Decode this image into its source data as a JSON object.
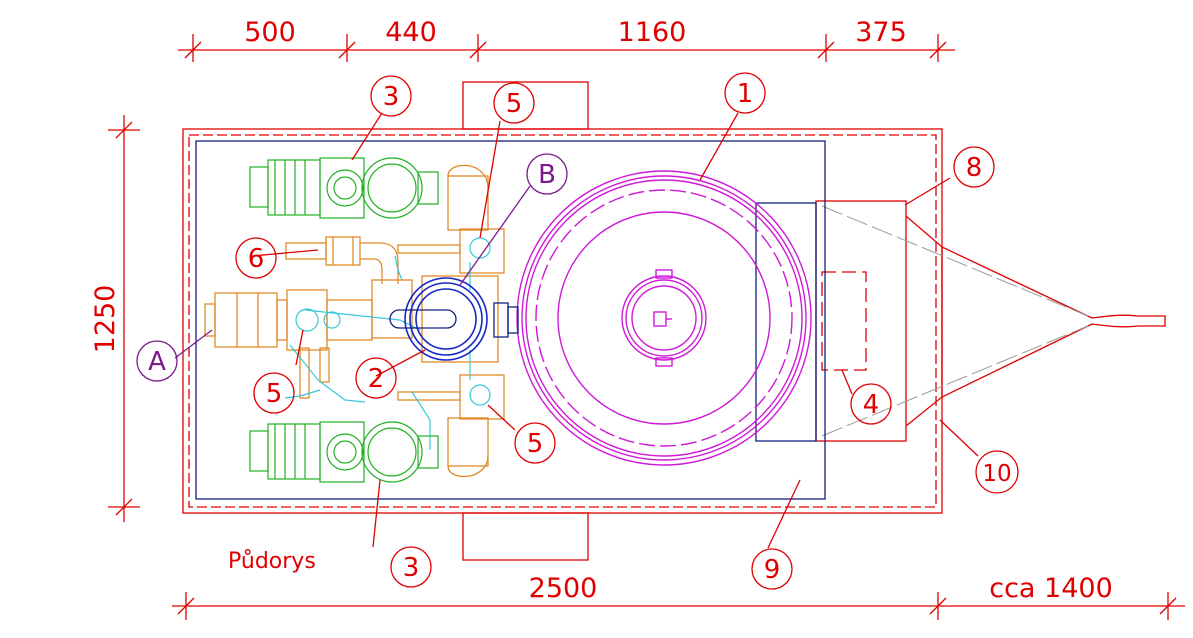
{
  "drawing": {
    "caption": "Půdorys",
    "top_dimensions": [
      "500",
      "440",
      "1160",
      "375"
    ],
    "bottom_dimensions": [
      "2500",
      "cca 1400"
    ],
    "side_dimension": "1250",
    "callouts": {
      "c1": "1",
      "c2": "2",
      "c3_top": "3",
      "c3_bottom": "3",
      "c4": "4",
      "c5_top": "5",
      "c5_left": "5",
      "c5_right": "5",
      "c6": "6",
      "c8": "8",
      "c9": "9",
      "c10": "10",
      "cA": "A",
      "cB": "B"
    },
    "colors": {
      "dimension": "#e00000",
      "frame": "#e00000",
      "piping": "#e08a2a",
      "pumps": "#21b021",
      "fittings": "#38c8d8",
      "valve": "#1428c8",
      "tank": "#d018d8",
      "platform": "#102080",
      "hitch_outline": "#9a9a9a",
      "label_letters": "#7a1a8a"
    }
  }
}
